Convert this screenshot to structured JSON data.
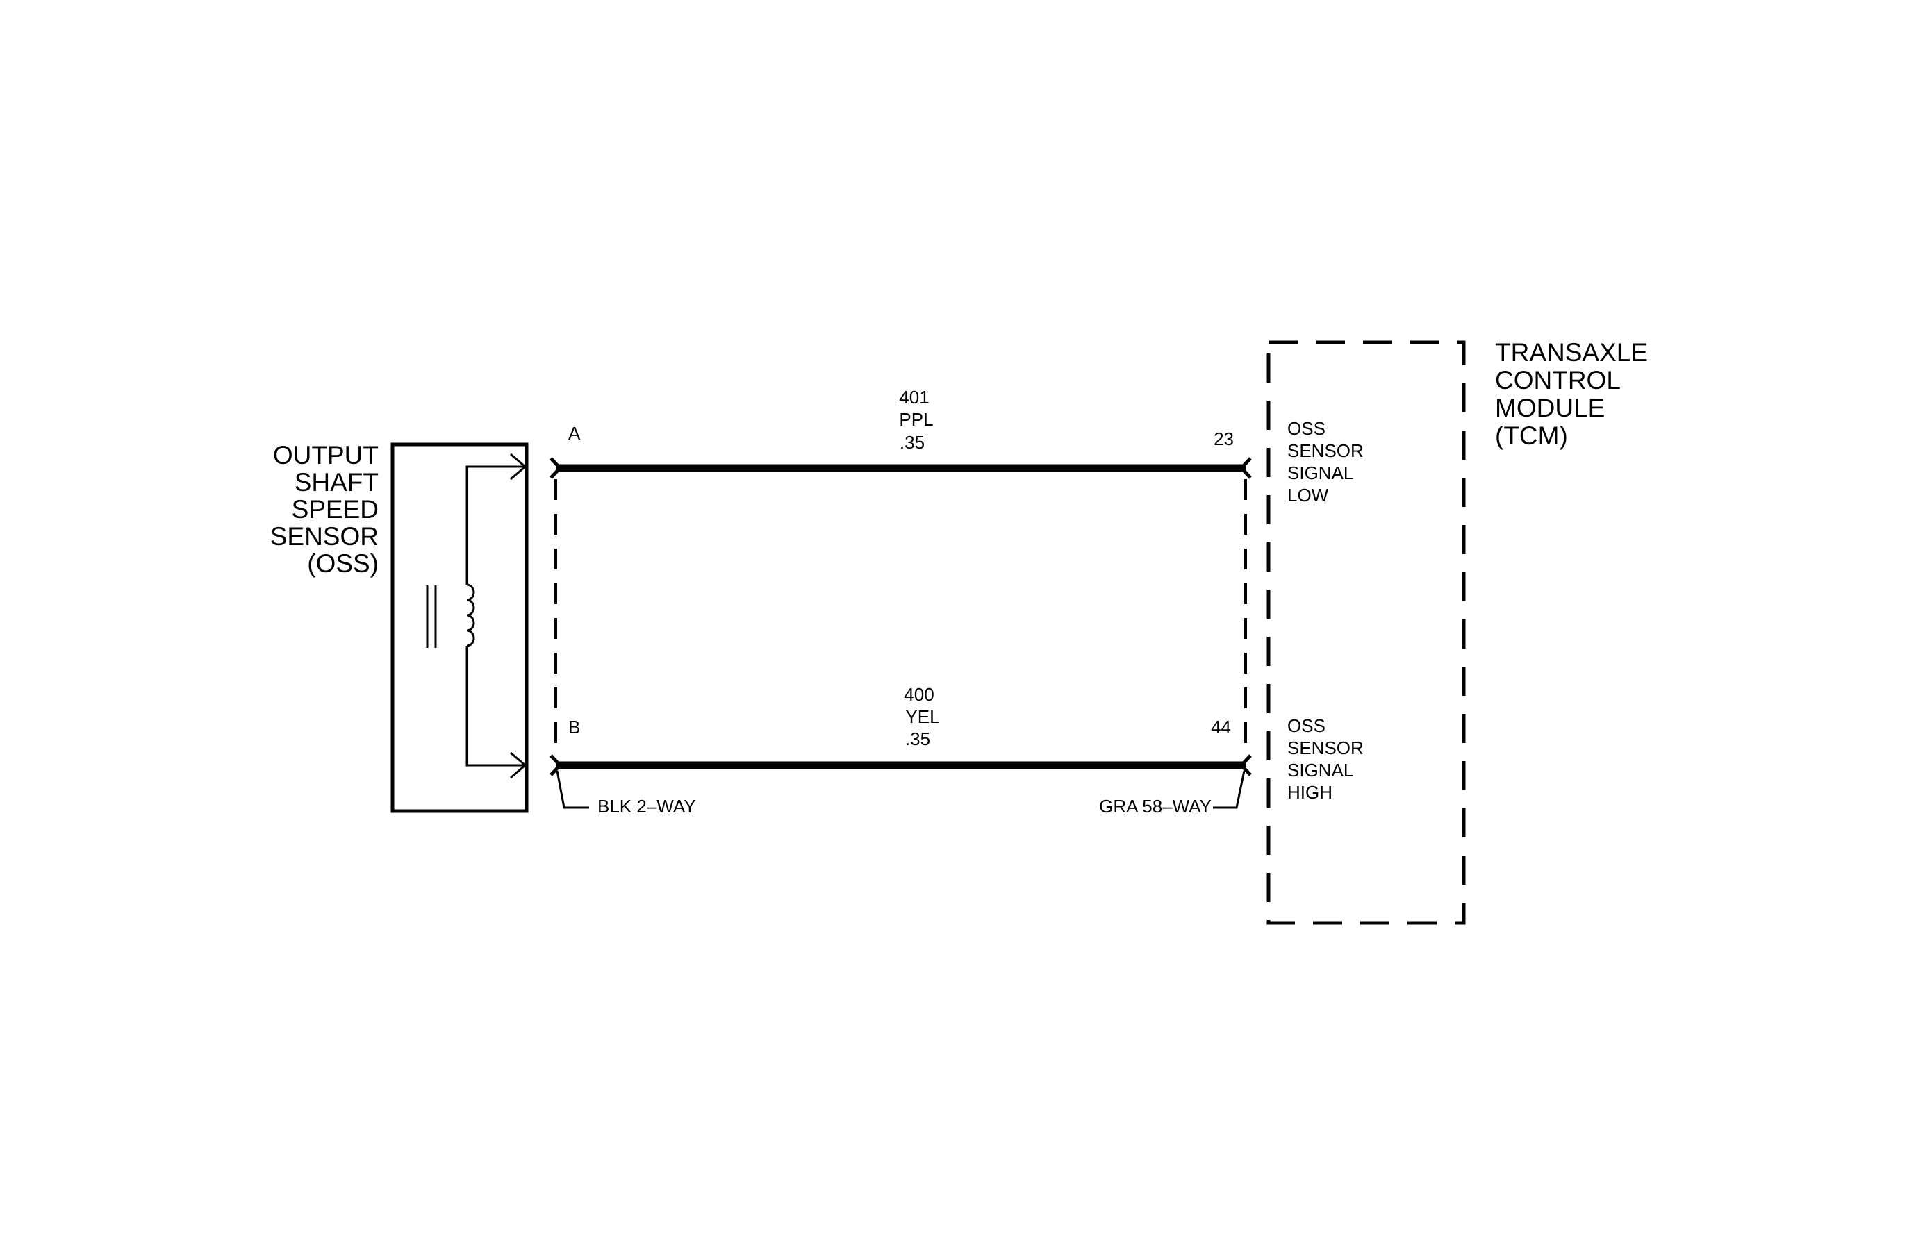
{
  "sensor": {
    "name_lines": [
      "OUTPUT",
      "SHAFT",
      "SPEED",
      "SENSOR",
      "(OSS)"
    ]
  },
  "module": {
    "name_lines": [
      "TRANSAXLE",
      "CONTROL",
      "MODULE",
      "(TCM)"
    ],
    "pins": [
      {
        "number": "23",
        "function_lines": [
          "OSS",
          "SENSOR",
          "SIGNAL",
          "LOW"
        ]
      },
      {
        "number": "44",
        "function_lines": [
          "OSS",
          "SENSOR",
          "SIGNAL",
          "HIGH"
        ]
      }
    ]
  },
  "circuits": [
    {
      "sensor_pin": "A",
      "circuit_number": "401",
      "color": "PPL",
      "gauge": ".35",
      "module_pin": "23"
    },
    {
      "sensor_pin": "B",
      "circuit_number": "400",
      "color": "YEL",
      "gauge": ".35",
      "module_pin": "44"
    }
  ],
  "connectors": {
    "sensor_connector": "BLK 2–WAY",
    "module_connector": "GRA 58–WAY"
  },
  "colors": {
    "line": "#000000",
    "background": "#ffffff"
  }
}
